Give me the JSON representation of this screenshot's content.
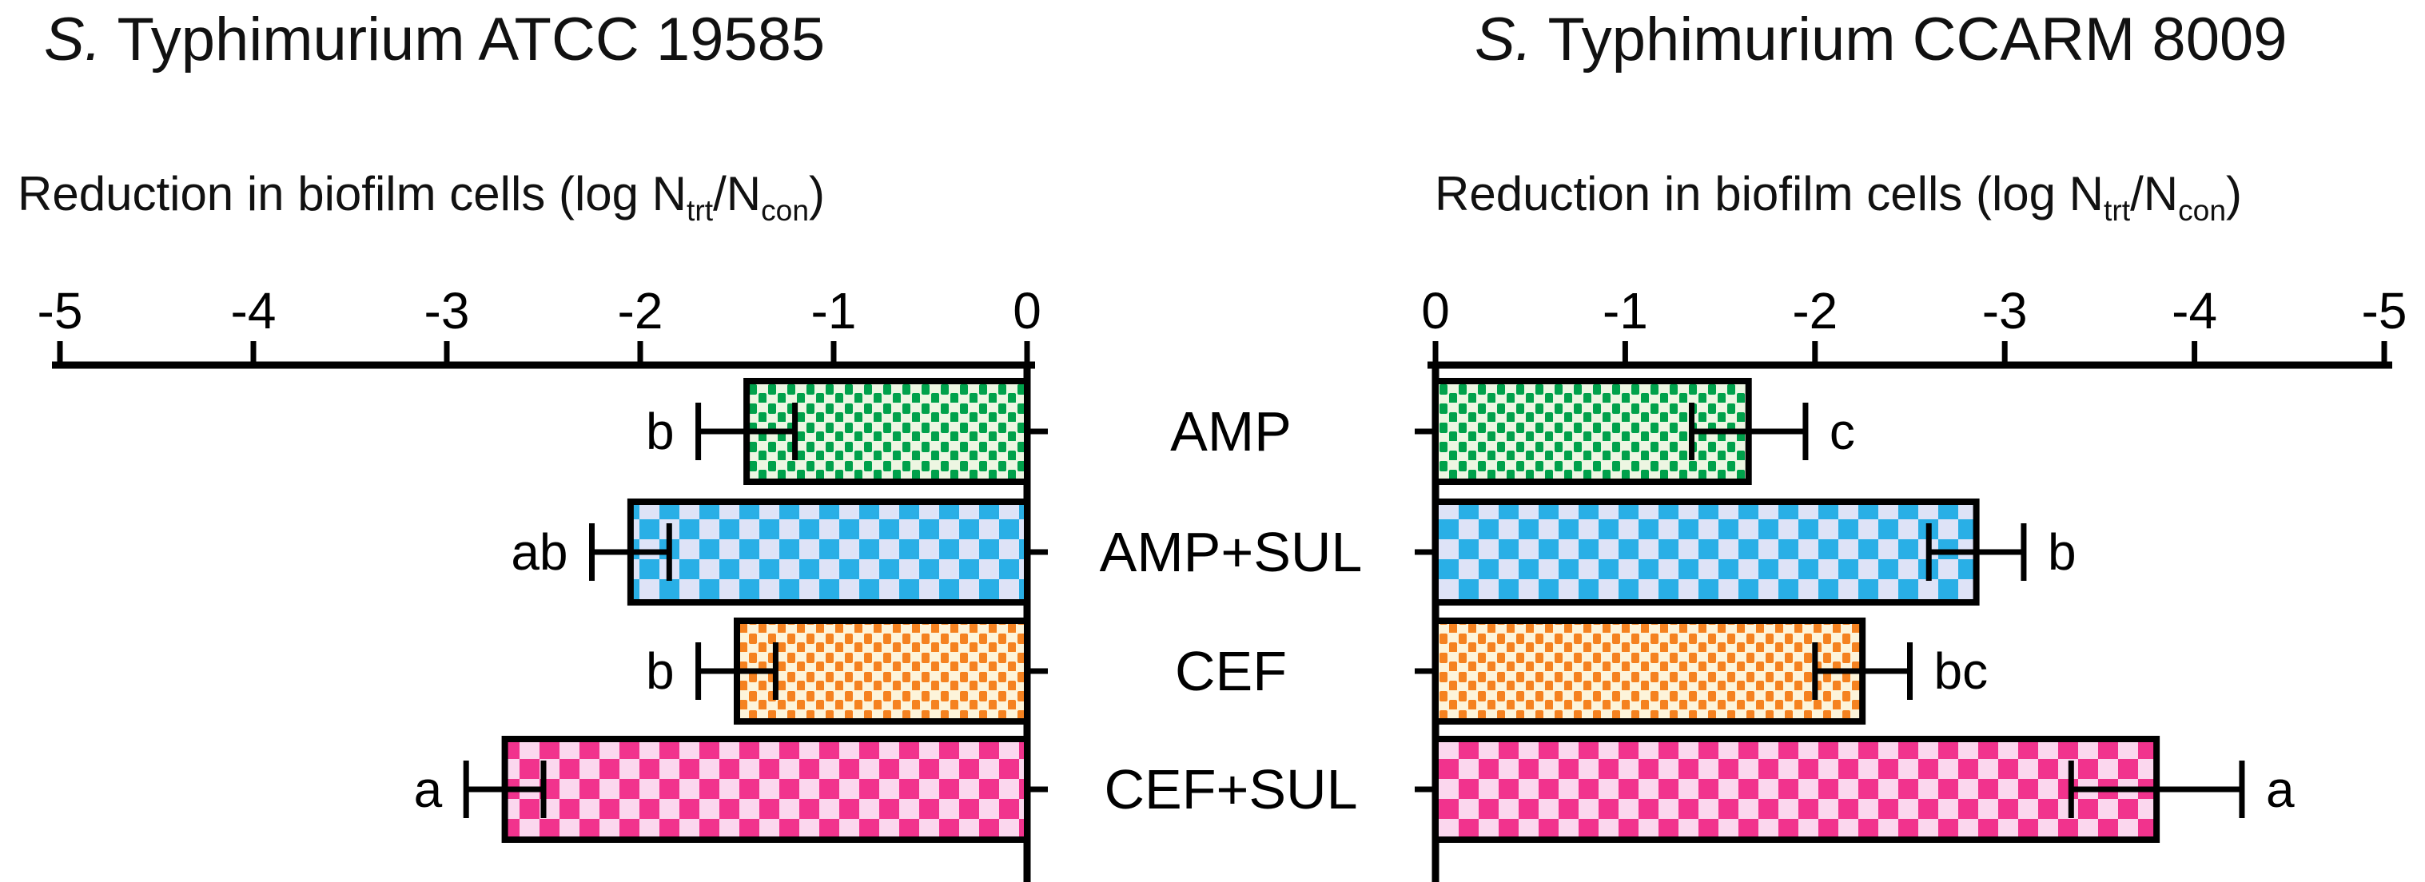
{
  "figure": {
    "background": "#ffffff",
    "category_labels": [
      "AMP",
      "AMP+SUL",
      "CEF",
      "CEF+SUL"
    ]
  },
  "charts": [
    {
      "title": {
        "italic": "S.",
        "rest": " Typhimurium ATCC 19585"
      },
      "axis_label": {
        "pre": "Reduction in biofilm cells (log N",
        "sub1": "trt",
        "mid": "/N",
        "sub2": "con",
        "post": ")"
      }
    },
    {
      "title": {
        "italic": "S.",
        "rest": " Typhimurium CCARM 8009"
      },
      "axis_label": {
        "pre": "Reduction in biofilm cells (log N",
        "sub1": "trt",
        "mid": "/N",
        "sub2": "con",
        "post": ")"
      }
    }
  ],
  "patterns": {
    "green_dots": {
      "type": "dots",
      "fg": "#00A14B",
      "bg": "#EDF6E2"
    },
    "blue_checker": {
      "type": "checker",
      "fg": "#29AFE6",
      "bg": "#DEE3F7"
    },
    "orange_dots": {
      "type": "dots",
      "fg": "#F58220",
      "bg": "#FDF4DA"
    },
    "pink_checker": {
      "type": "checker",
      "fg": "#F1338D",
      "bg": "#FBD7EE"
    }
  },
  "chart_data": [
    {
      "type": "bar",
      "orientation": "horizontal",
      "title": "S. Typhimurium ATCC 19585",
      "xlabel": "Reduction in biofilm cells (log Ntrt/Ncon)",
      "categories": [
        "AMP",
        "AMP+SUL",
        "CEF",
        "CEF+SUL"
      ],
      "values": [
        -1.45,
        -2.05,
        -1.5,
        -2.7
      ],
      "errors": [
        0.25,
        0.2,
        0.2,
        0.2
      ],
      "sig_letters": [
        "b",
        "ab",
        "b",
        "a"
      ],
      "tick_labels": [
        "-5",
        "-4",
        "-3",
        "-2",
        "-1",
        "0"
      ],
      "xlim": [
        -5,
        0
      ],
      "zero_side": "right",
      "grid": false,
      "bar_patterns": [
        "green_dots",
        "blue_checker",
        "orange_dots",
        "pink_checker"
      ]
    },
    {
      "type": "bar",
      "orientation": "horizontal",
      "title": "S. Typhimurium CCARM 8009",
      "xlabel": "Reduction in biofilm cells (log Ntrt/Ncon)",
      "categories": [
        "AMP",
        "AMP+SUL",
        "CEF",
        "CEF+SUL"
      ],
      "values": [
        -1.65,
        -2.85,
        -2.25,
        -3.8
      ],
      "errors": [
        0.3,
        0.25,
        0.25,
        0.45
      ],
      "sig_letters": [
        "c",
        "b",
        "bc",
        "a"
      ],
      "tick_labels": [
        "0",
        "-1",
        "-2",
        "-3",
        "-4",
        "-5"
      ],
      "xlim": [
        0,
        -5
      ],
      "zero_side": "left",
      "grid": false,
      "bar_patterns": [
        "green_dots",
        "blue_checker",
        "orange_dots",
        "pink_checker"
      ]
    }
  ]
}
